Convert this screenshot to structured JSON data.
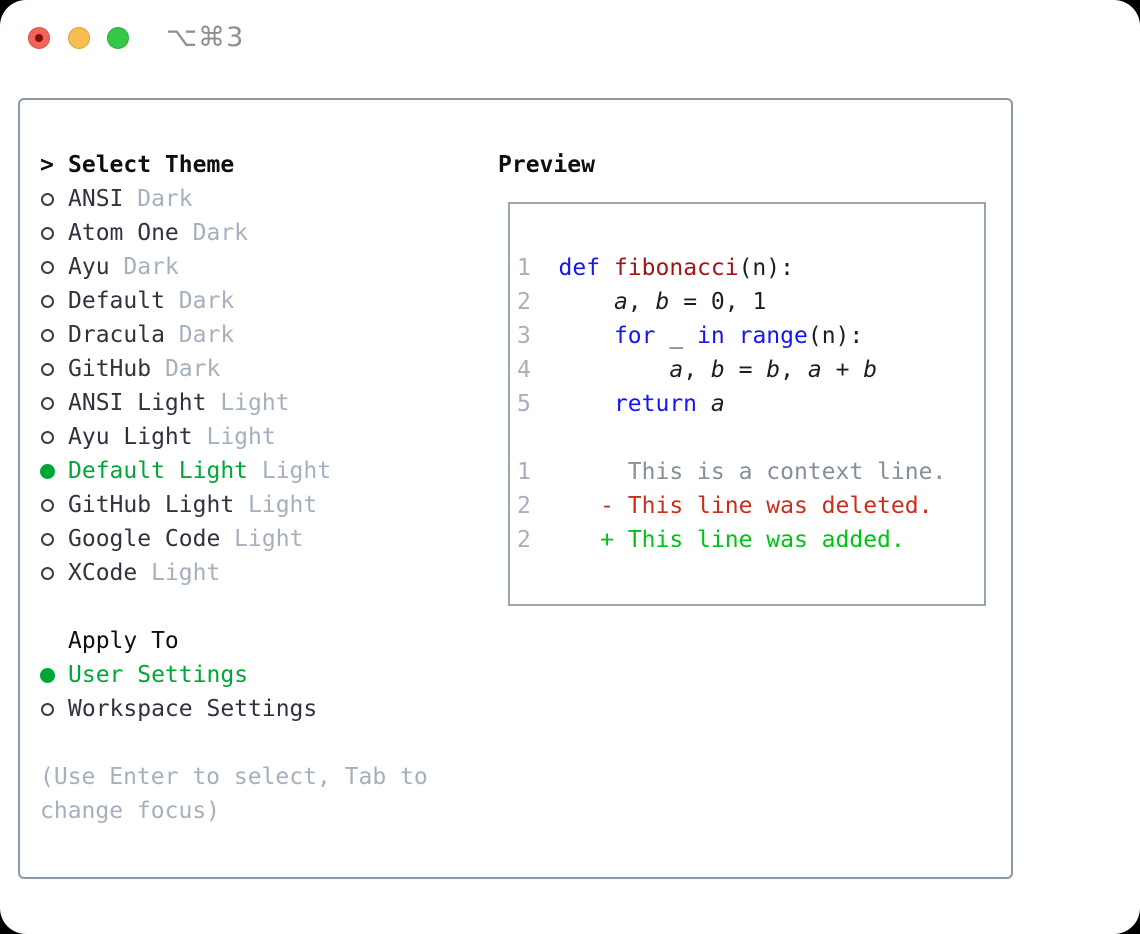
{
  "titlebar": {
    "shortcut": "⌥⌘3"
  },
  "colors": {
    "light-red": "#f26459",
    "light-red-dot": "#7d120b",
    "light-yellow": "#f6be50",
    "light-green": "#34c748",
    "shortcut": "#8e8e8e",
    "frame-border": "#8e99a8",
    "preview-border": "#9aa5b2",
    "heading": "#0e0f11",
    "item-text": "#2f333d",
    "muted": "#a6b0bd",
    "radio-ring": "#3b3f48",
    "ui-green": "#00a636",
    "lineno": "#a6b0bd",
    "code-text": "#1c1e22",
    "code-kw": "#1616f2",
    "code-fn": "#a31515",
    "diff-context": "#878f98",
    "diff-del": "#cc2d1d",
    "diff-add": "#00c413"
  },
  "theme_panel": {
    "prompt": ">",
    "title": "Select Theme",
    "items": [
      {
        "name": "ANSI",
        "variant": "Dark",
        "selected": false
      },
      {
        "name": "Atom One",
        "variant": "Dark",
        "selected": false
      },
      {
        "name": "Ayu",
        "variant": "Dark",
        "selected": false
      },
      {
        "name": "Default",
        "variant": "Dark",
        "selected": false
      },
      {
        "name": "Dracula",
        "variant": "Dark",
        "selected": false
      },
      {
        "name": "GitHub",
        "variant": "Dark",
        "selected": false
      },
      {
        "name": "ANSI Light",
        "variant": "Light",
        "selected": false
      },
      {
        "name": "Ayu Light",
        "variant": "Light",
        "selected": false
      },
      {
        "name": "Default Light",
        "variant": "Light",
        "selected": true
      },
      {
        "name": "GitHub Light",
        "variant": "Light",
        "selected": false
      },
      {
        "name": "Google Code",
        "variant": "Light",
        "selected": false
      },
      {
        "name": "XCode",
        "variant": "Light",
        "selected": false
      }
    ],
    "apply_to": {
      "title": "Apply To",
      "options": [
        {
          "label": "User Settings",
          "selected": true
        },
        {
          "label": "Workspace Settings",
          "selected": false
        }
      ]
    },
    "hint": "(Use Enter to select, Tab to change focus)"
  },
  "preview": {
    "title": "Preview",
    "code_lines": [
      {
        "no": "1",
        "tokens": [
          {
            "c": "kw",
            "t": "def"
          },
          {
            "c": "plain",
            "t": " "
          },
          {
            "c": "fn",
            "t": "fibonacci"
          },
          {
            "c": "plain",
            "t": "(n):"
          }
        ]
      },
      {
        "no": "2",
        "tokens": [
          {
            "c": "plain",
            "t": "    "
          },
          {
            "c": "var",
            "t": "a"
          },
          {
            "c": "plain",
            "t": ", "
          },
          {
            "c": "var",
            "t": "b"
          },
          {
            "c": "plain",
            "t": " = 0, 1"
          }
        ]
      },
      {
        "no": "3",
        "tokens": [
          {
            "c": "plain",
            "t": "    "
          },
          {
            "c": "kw",
            "t": "for"
          },
          {
            "c": "plain",
            "t": " _ "
          },
          {
            "c": "kw",
            "t": "in"
          },
          {
            "c": "plain",
            "t": " "
          },
          {
            "c": "kw",
            "t": "range"
          },
          {
            "c": "plain",
            "t": "(n):"
          }
        ]
      },
      {
        "no": "4",
        "tokens": [
          {
            "c": "plain",
            "t": "        "
          },
          {
            "c": "var",
            "t": "a"
          },
          {
            "c": "plain",
            "t": ", "
          },
          {
            "c": "var",
            "t": "b"
          },
          {
            "c": "plain",
            "t": " = "
          },
          {
            "c": "var",
            "t": "b"
          },
          {
            "c": "plain",
            "t": ", "
          },
          {
            "c": "var",
            "t": "a"
          },
          {
            "c": "plain",
            "t": " + "
          },
          {
            "c": "var",
            "t": "b"
          }
        ]
      },
      {
        "no": "5",
        "tokens": [
          {
            "c": "plain",
            "t": "    "
          },
          {
            "c": "kw",
            "t": "return"
          },
          {
            "c": "plain",
            "t": " "
          },
          {
            "c": "var",
            "t": "a"
          }
        ]
      }
    ],
    "diff_lines": [
      {
        "no": "1",
        "sign": " ",
        "kind": "context",
        "text": "This is a context line."
      },
      {
        "no": "2",
        "sign": "-",
        "kind": "deleted",
        "text": "This line was deleted."
      },
      {
        "no": "2",
        "sign": "+",
        "kind": "added",
        "text": "This line was added."
      }
    ]
  }
}
